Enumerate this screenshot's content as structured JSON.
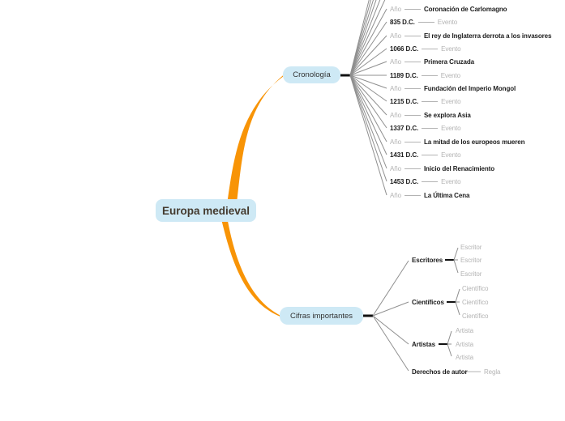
{
  "root": {
    "label": "Europa medieval"
  },
  "colors": {
    "branch_accent_orange": "#f89406",
    "bubble_blue": "#cee9f5",
    "text_dark": "#1c1c1c",
    "text_muted": "#b3b3b3",
    "fan_line_gray": "#8f8f8f",
    "stub_line_black": "#111111"
  },
  "branches": {
    "cronologia": {
      "label": "Cronología",
      "rows": [
        {
          "left": "Año",
          "right": "Coronación de Carlomagno"
        },
        {
          "left": "835 D.C.",
          "right": "Evento"
        },
        {
          "left": "Año",
          "right": "El rey de Inglaterra derrota a los invasores"
        },
        {
          "left": "1066 D.C.",
          "right": "Evento"
        },
        {
          "left": "Año",
          "right": "Primera Cruzada"
        },
        {
          "left": "1189 D.C.",
          "right": "Evento"
        },
        {
          "left": "Año",
          "right": "Fundación del Imperio Mongol"
        },
        {
          "left": "1215 D.C.",
          "right": "Evento"
        },
        {
          "left": "Año",
          "right": "Se explora Asia"
        },
        {
          "left": "1337 D.C.",
          "right": "Evento"
        },
        {
          "left": "Año",
          "right": "La mitad de los europeos mueren"
        },
        {
          "left": "1431 D.C.",
          "right": "Evento"
        },
        {
          "left": "Año",
          "right": "Inicio del Renacimiento"
        },
        {
          "left": "1453 D.C.",
          "right": "Evento"
        },
        {
          "left": "Año",
          "right": "La Última Cena"
        }
      ]
    },
    "cifras": {
      "label": "Cifras importantes",
      "groups": [
        {
          "label": "Escritores",
          "children": [
            "Escritor",
            "Escritor",
            "Escritor"
          ]
        },
        {
          "label": "Científicos",
          "children": [
            "Científico",
            "Científico",
            "Científico"
          ]
        },
        {
          "label": "Artistas",
          "children": [
            "Artista",
            "Artista",
            "Artista"
          ]
        },
        {
          "label": "Derechos de autor",
          "children": [
            "Regla"
          ]
        }
      ]
    }
  }
}
